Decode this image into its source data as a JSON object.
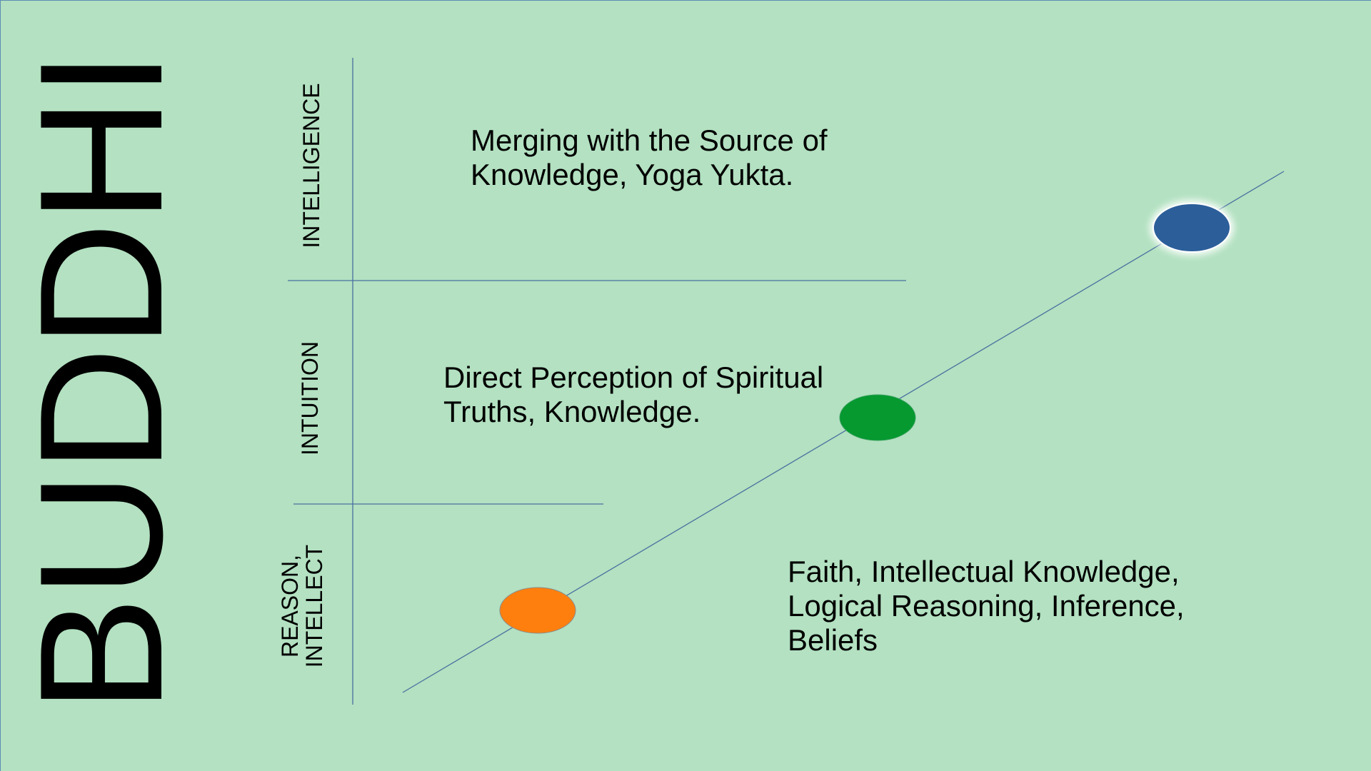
{
  "title": "BUDDHI",
  "levels": [
    {
      "axis_label": "INTELLIGENCE",
      "description": "Merging with the Source of Knowledge, Yoga Yukta.",
      "marker_color": "#2c5f9a"
    },
    {
      "axis_label": "INTUITION",
      "description": "Direct Perception of Spiritual Truths, Knowledge.",
      "marker_color": "#05992f"
    },
    {
      "axis_label": "REASON,\nINTELLECT",
      "description": "Faith, Intellectual Knowledge, Logical Reasoning, Inference, Beliefs",
      "marker_color": "#ff7f0e"
    }
  ],
  "colors": {
    "background": "#b3e1c1",
    "lines": "#4a6fa0"
  }
}
